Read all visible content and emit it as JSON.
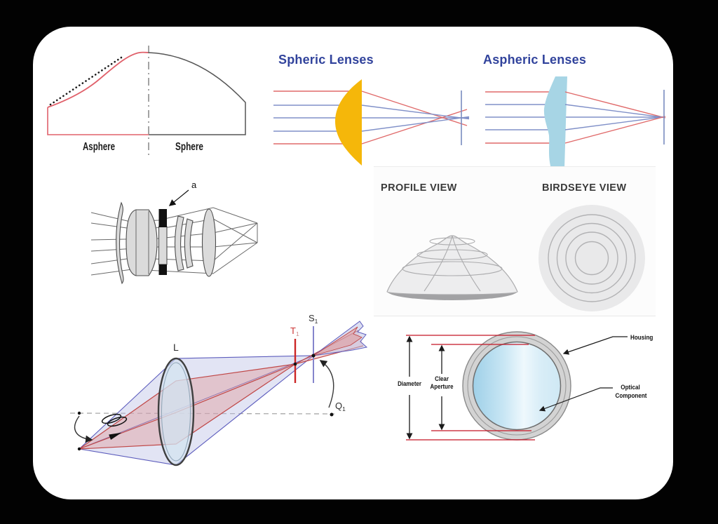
{
  "page": {
    "background_color": "#020202",
    "panel_color": "#ffffff"
  },
  "asphere_sphere": {
    "asphere_label": "Asphere",
    "sphere_label": "Sphere",
    "asphere_color": "#e0606a",
    "sphere_color": "#555555"
  },
  "spheric": {
    "title": "Spheric Lenses",
    "title_color": "#31439c",
    "lens_color": "#f5b70a",
    "marginal_ray_color": "#e06a6a",
    "paraxial_ray_color": "#8090c8"
  },
  "aspheric": {
    "title": "Aspheric Lenses",
    "title_color": "#31439c",
    "lens_color": "#a7d5e5",
    "marginal_ray_color": "#e06a6a",
    "paraxial_ray_color": "#8090c8"
  },
  "lens_system": {
    "aperture_label": "a"
  },
  "views": {
    "profile_title": "PROFILE VIEW",
    "birdseye_title": "BIRDSEYE VIEW"
  },
  "astigmatism": {
    "lens_label": "L",
    "tangential_label": "T",
    "tangential_sub": "1",
    "sagittal_label": "S",
    "sagittal_sub": "1",
    "point_label": "Q",
    "point_sub": "1"
  },
  "housing": {
    "diameter_label": "Diameter",
    "clear_aperture_label_1": "Clear",
    "clear_aperture_label_2": "Aperture",
    "housing_label": "Housing",
    "optical_component_label_1": "Optical",
    "optical_component_label_2": "Component"
  }
}
